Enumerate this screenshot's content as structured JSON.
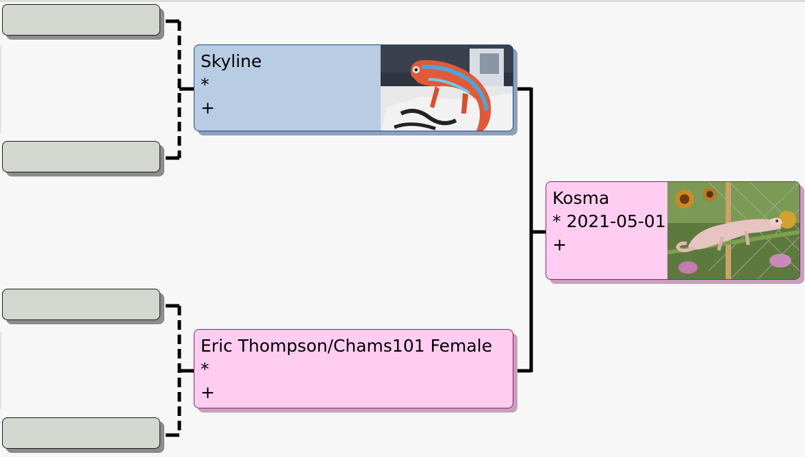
{
  "tree": {
    "root": {
      "name": "Kosma",
      "birth": "* 2021-05-01",
      "death": "+",
      "photo": "chameleon-photo-pink"
    },
    "father": {
      "name": "Skyline",
      "birth": "*",
      "death": "+",
      "photo": "chameleon-photo-red-blue"
    },
    "mother": {
      "name": "Eric Thompson/Chams101 Female",
      "birth": "*",
      "death": "+"
    }
  },
  "colors": {
    "male_fill": "#b8cce4",
    "male_border": "#204a87",
    "female_fill": "#ffcdf1",
    "female_border": "#87206a",
    "empty_fill": "#d3d7cf",
    "connector": "#000000"
  }
}
